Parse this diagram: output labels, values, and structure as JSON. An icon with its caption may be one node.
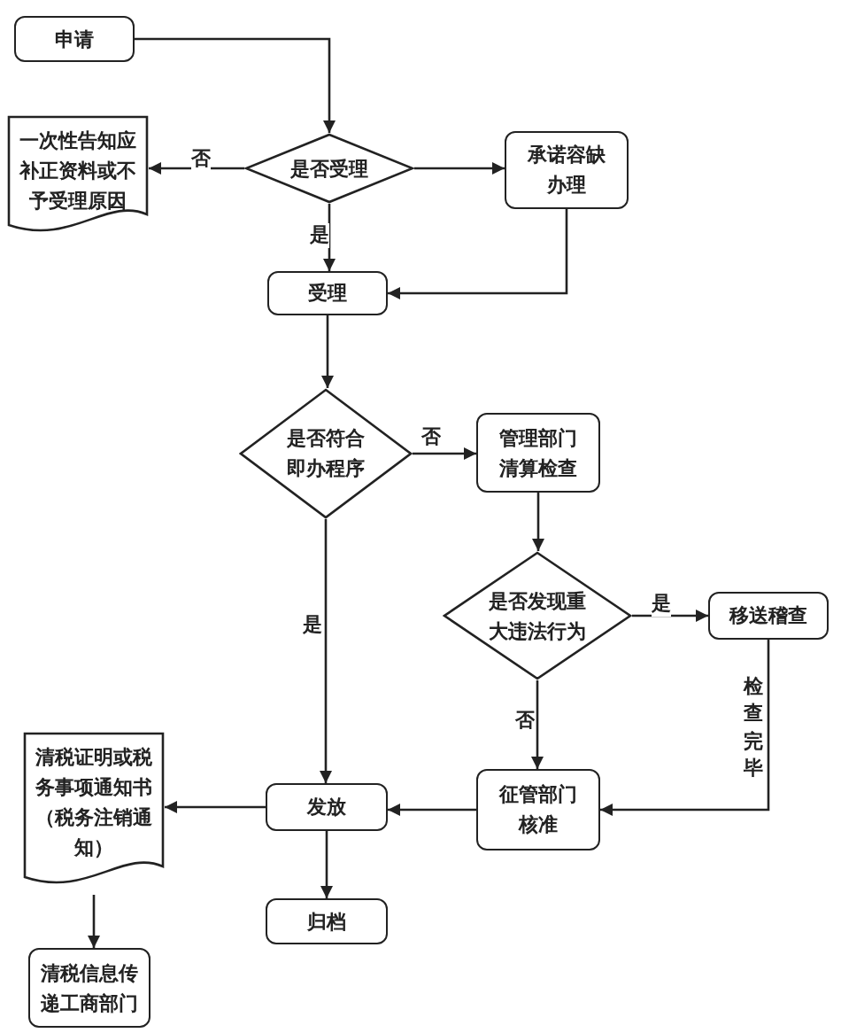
{
  "diagram": {
    "nodes": [
      {
        "text": [
          "申请"
        ]
      },
      {
        "text": [
          "是否受理"
        ]
      },
      {
        "text": [
          "一次性告知应补正资料或不予受理原因"
        ]
      },
      {
        "text": [
          "承诺容缺办理"
        ]
      },
      {
        "text": [
          "受理"
        ]
      },
      {
        "text": [
          "是否符合即办程序"
        ]
      },
      {
        "text": [
          "管理部门清算检查"
        ]
      },
      {
        "text": [
          "是否发现重大违法行为"
        ]
      },
      {
        "text": [
          "移送稽查"
        ]
      },
      {
        "text": [
          "清税证明或税务事项通知书（税务注销通知）"
        ]
      },
      {
        "text": [
          "发放"
        ]
      },
      {
        "text": [
          "征管部门核准"
        ]
      },
      {
        "text": [
          "归档"
        ]
      },
      {
        "text": [
          "清税信息传递工商部门"
        ]
      }
    ],
    "edges": [
      {
        "from": 0,
        "to": 1,
        "arrow": "to"
      },
      {
        "from": 1,
        "to": 2,
        "arrow": "to",
        "label": "否"
      },
      {
        "from": 1,
        "to": 3,
        "arrow": "to"
      },
      {
        "from": 1,
        "to": 4,
        "arrow": "to",
        "label": "是"
      },
      {
        "from": 3,
        "to": 4,
        "arrow": "to"
      },
      {
        "from": 4,
        "to": 5,
        "arrow": "to"
      },
      {
        "from": 5,
        "to": 6,
        "arrow": "to",
        "label": "否"
      },
      {
        "from": 5,
        "to": 10,
        "arrow": "to",
        "label": "是"
      },
      {
        "from": 6,
        "to": 7,
        "arrow": "to"
      },
      {
        "from": 7,
        "to": 8,
        "arrow": "to",
        "label": "是"
      },
      {
        "from": 7,
        "to": 11,
        "arrow": "to",
        "label": "否"
      },
      {
        "from": 8,
        "to": 11,
        "arrow": "to",
        "label": "检查完毕"
      },
      {
        "from": 11,
        "to": 10,
        "arrow": "to"
      },
      {
        "from": 10,
        "to": 9,
        "arrow": "to"
      },
      {
        "from": 10,
        "to": 12,
        "arrow": "to"
      },
      {
        "from": 9,
        "to": 13,
        "arrow": "to"
      }
    ]
  }
}
